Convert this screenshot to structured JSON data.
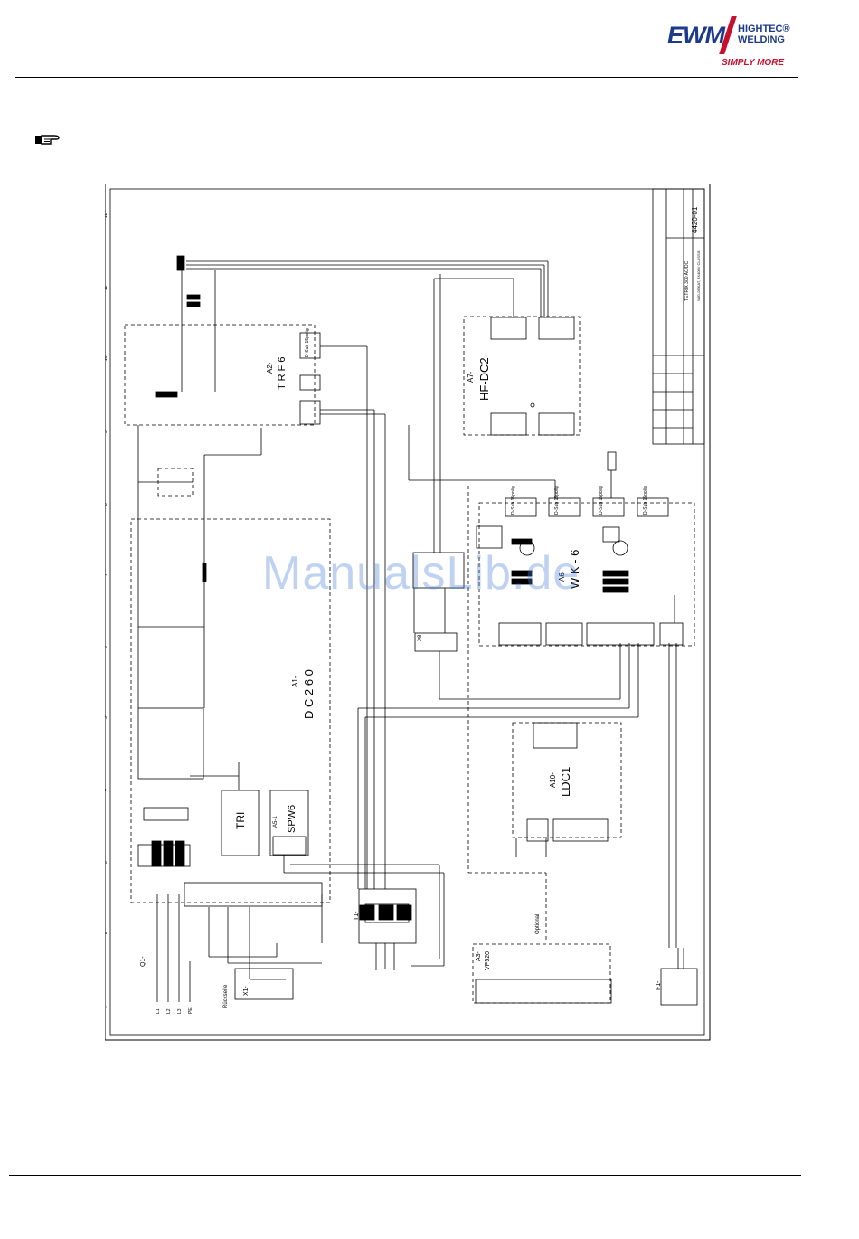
{
  "brand": {
    "logo_text": "EWM",
    "tagline_line1": "HIGHTEC®",
    "tagline_line2": "WELDING",
    "slogan": "SIMPLY MORE"
  },
  "note_icon": "pointing-hand-icon",
  "watermark": "ManualsLib.de",
  "schematic": {
    "drawing_number": "4420-01",
    "product_line1": "TETRIX 300 AC/DC",
    "product_line2": "WIG-DEKAT, 3X400V CLASSIC",
    "modules": {
      "dc260_ref": "A1-",
      "dc260_name": "D C 2 6 0",
      "trf6_ref": "A2-",
      "trf6_name": "T R F 6",
      "hfdc2_ref": "A7-",
      "hfdc2_name": "HF-DC2",
      "wk6_ref": "A6-",
      "wk6_name": "W K - 6",
      "ldc1_ref": "A10-",
      "ldc1_name": "LDC1",
      "spw6_ref": "A5-1",
      "spw6_name": "SPW6",
      "tri_name": "TRI",
      "vp520_ref": "A3-",
      "vp520_name": "VP520",
      "optional": "Optional",
      "t1": "T1-",
      "q1": "Q1-",
      "f1": "F1-",
      "x1": "X1-",
      "x8": "X8-",
      "ruckseite": "Rückseite"
    },
    "dsub": [
      "D-Sub 15polig",
      "D-Sub 15polig",
      "D-Sub 15polig",
      "D-Sub 15polig"
    ],
    "trf_dsub": "D-Sub 15polig",
    "grid_numbers": [
      "1",
      "2",
      "3",
      "4",
      "5",
      "6",
      "7",
      "8",
      "9",
      "10",
      "11",
      "12"
    ],
    "mains": [
      "L1",
      "L2",
      "L3",
      "PE"
    ]
  }
}
